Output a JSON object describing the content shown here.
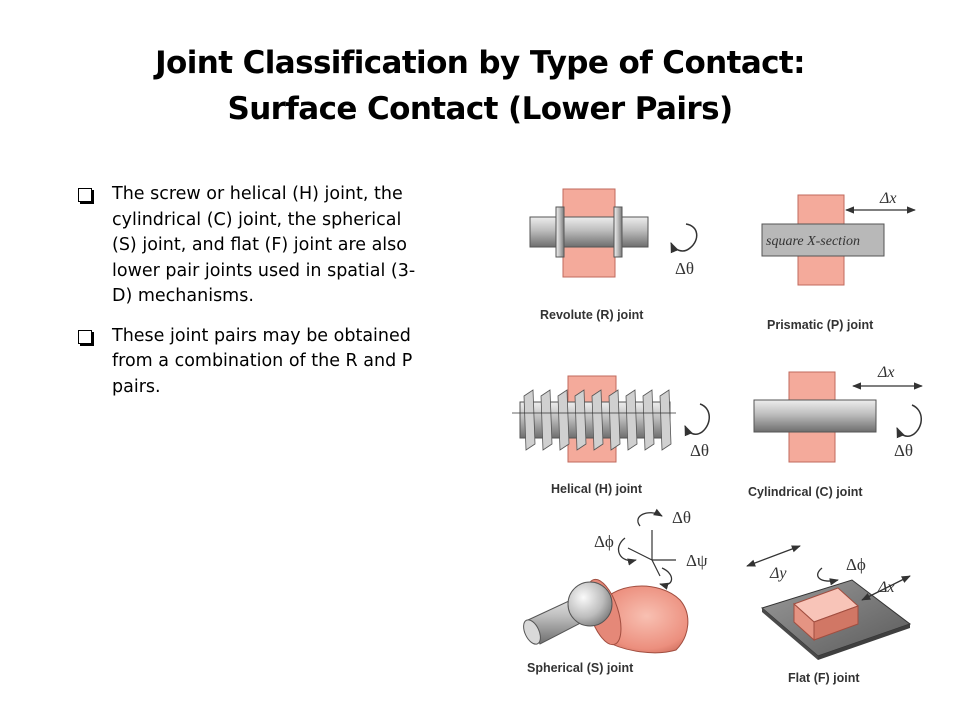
{
  "slide": {
    "title_line1": "Joint Classification by Type of Contact:",
    "title_line2": "Surface Contact (Lower Pairs)"
  },
  "bullets": [
    "The screw or helical (H) joint, the cylindrical (C) joint, the spherical (S) joint, and flat (F) joint are also lower pair joints used in spatial (3-D) mechanisms.",
    "These joint pairs may be obtained from a combination of the R and P pairs."
  ],
  "figures": {
    "revolute": {
      "caption": "Revolute (R) joint",
      "rot_label": "Δθ"
    },
    "prismatic": {
      "caption": "Prismatic (P) joint",
      "trans_label": "Δx",
      "section_label": "square X-section"
    },
    "helical": {
      "caption": "Helical (H) joint",
      "rot_label": "Δθ"
    },
    "cylindrical": {
      "caption": "Cylindrical (C) joint",
      "trans_label": "Δx",
      "rot_label": "Δθ"
    },
    "spherical": {
      "caption": "Spherical (S) joint",
      "labels": [
        "Δθ",
        "Δϕ",
        "Δψ"
      ]
    },
    "flat": {
      "caption": "Flat (F) joint",
      "labels": [
        "Δy",
        "Δϕ",
        "Δx"
      ]
    }
  },
  "colors": {
    "salmon": "#f4aa9b",
    "salmon_edge": "#c06a5c",
    "steel": "#c4c4c4",
    "line": "#333333"
  }
}
